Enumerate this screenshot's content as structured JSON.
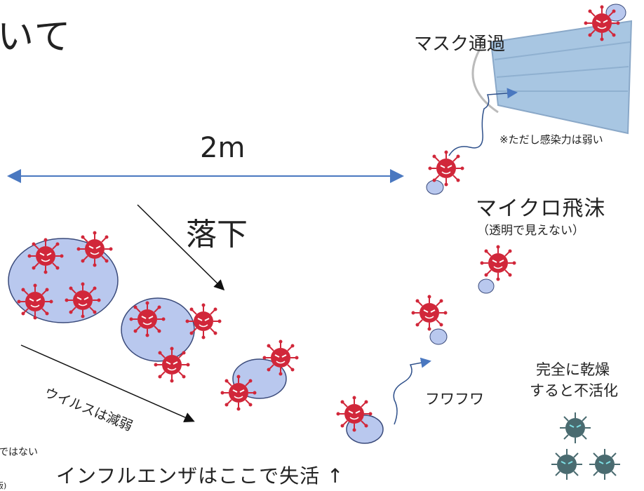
{
  "title_fragment": "いて",
  "distance_label": "2m",
  "fall_label": "落下",
  "mask_label": "マスク通過",
  "mask_note": "※ただし感染力は弱い",
  "micro_droplet_label": "マイクロ飛沫",
  "micro_droplet_sub": "（透明で見えない）",
  "fluffy_label": "フワフワ",
  "dry_label_line1": "完全に乾燥",
  "dry_label_line2": "すると不活化",
  "weakened_label": "ウイルスは減弱",
  "cut_text_1": "ではない",
  "cut_text_2": "版)",
  "influenza_label": "インフルエンザはここで失活 ↑",
  "colors": {
    "virus": "#d1273a",
    "virus_inactive": "#4a6b70",
    "droplet": "#b9c8ee",
    "arrow_blue": "#4a78c0",
    "mask": "#a8c6e2"
  }
}
